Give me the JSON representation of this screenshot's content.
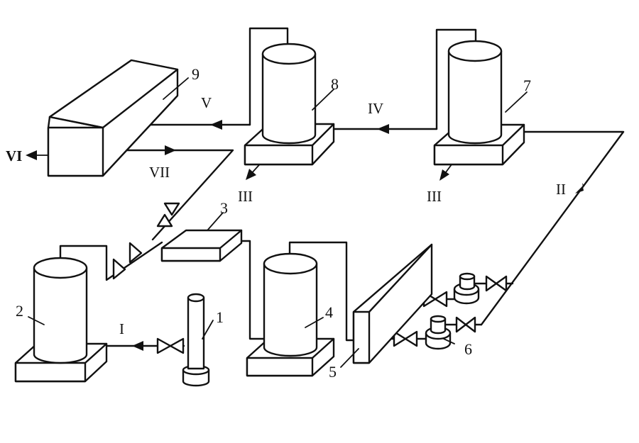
{
  "units": {
    "u1": "1",
    "u2": "2",
    "u3": "3",
    "u4": "4",
    "u5": "5",
    "u6": "6",
    "u7": "7",
    "u8": "8",
    "u9": "9"
  },
  "streams": {
    "s1": "I",
    "s2": "II",
    "s3a": "III",
    "s3b": "III",
    "s4": "IV",
    "s5": "V",
    "s6": "VI",
    "s7": "VII"
  }
}
